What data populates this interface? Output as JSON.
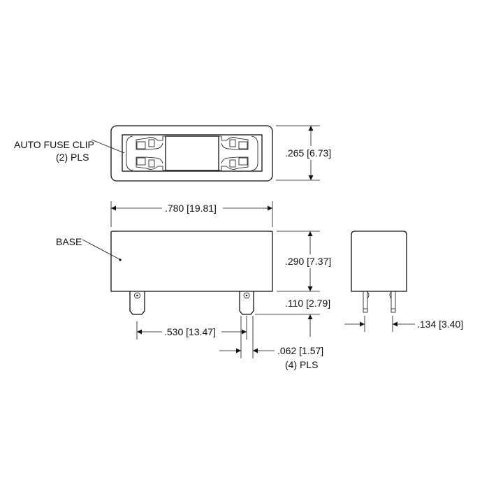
{
  "labels": {
    "clip_line1": "AUTO FUSE CLIP",
    "clip_line2": "(2) PLS",
    "base": "BASE"
  },
  "dimensions": {
    "height_top": ".265 [6.73]",
    "length": ".780 [19.81]",
    "height_base": ".290 [7.37]",
    "pin_length": ".110 [2.79]",
    "pin_spacing": ".530 [13.47]",
    "pin_width": ".062 [1.57]",
    "pin_width_note": "(4) PLS",
    "side_pin_spacing": ".134 [3.40]"
  },
  "colors": {
    "line": "#111111",
    "background": "#ffffff"
  }
}
